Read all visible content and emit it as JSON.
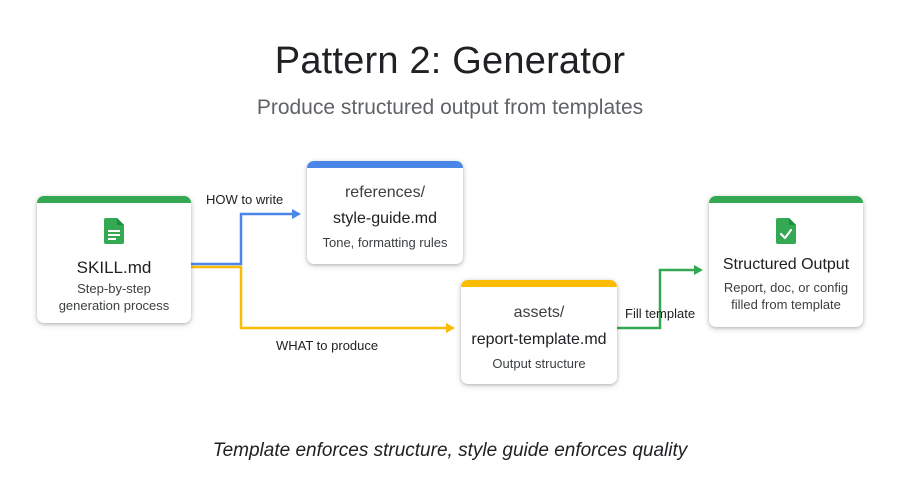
{
  "header": {
    "title": "Pattern 2: Generator",
    "subtitle": "Produce structured output from templates"
  },
  "colors": {
    "green": "#34a853",
    "blue": "#4a86e8",
    "yellow": "#fbbc04"
  },
  "nodes": {
    "skill": {
      "icon": "document-icon",
      "name": "SKILL.md",
      "desc_line1": "Step-by-step",
      "desc_line2": "generation process"
    },
    "references": {
      "dir": "references/",
      "name": "style-guide.md",
      "desc": "Tone, formatting rules"
    },
    "assets": {
      "dir": "assets/",
      "name": "report-template.md",
      "desc": "Output structure"
    },
    "output": {
      "icon": "checked-document-icon",
      "name": "Structured Output",
      "desc_line1": "Report, doc, or config",
      "desc_line2": "filled from template"
    }
  },
  "edges": {
    "how": "HOW to write",
    "what": "WHAT to produce",
    "fill": "Fill template"
  },
  "footer": {
    "caption": "Template enforces structure, style guide enforces quality"
  }
}
